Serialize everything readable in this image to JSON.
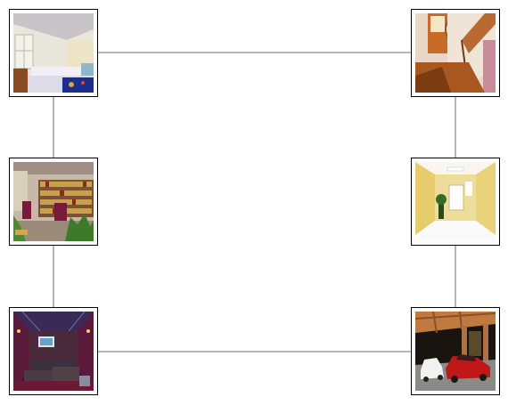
{
  "diagram": {
    "line_color": "#6b6b6b",
    "frame_color": "#000000",
    "nodes": [
      {
        "id": "bedroom",
        "icon": "bedroom-photo-icon"
      },
      {
        "id": "hallway",
        "icon": "hallway-staircase-photo-icon"
      },
      {
        "id": "library",
        "icon": "library-bookshelf-photo-icon"
      },
      {
        "id": "corridor",
        "icon": "corridor-photo-icon"
      },
      {
        "id": "theater",
        "icon": "home-theater-photo-icon"
      },
      {
        "id": "garage",
        "icon": "garage-cars-photo-icon"
      }
    ],
    "edges": [
      {
        "from": "bedroom",
        "to": "hallway"
      },
      {
        "from": "bedroom",
        "to": "library"
      },
      {
        "from": "library",
        "to": "theater"
      },
      {
        "from": "theater",
        "to": "garage"
      },
      {
        "from": "hallway",
        "to": "corridor"
      },
      {
        "from": "corridor",
        "to": "garage"
      }
    ]
  }
}
